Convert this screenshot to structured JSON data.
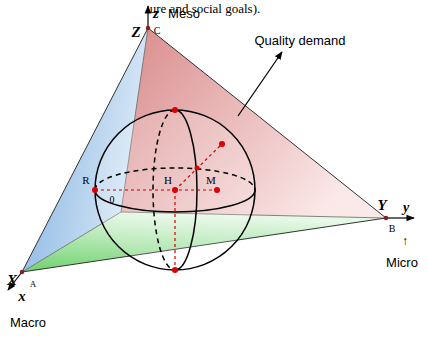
{
  "diagram": {
    "labels": [
      "ure and social goals).",
      "z",
      "Z",
      "C",
      "Meso",
      "Quality demand",
      "R",
      "H",
      "M",
      "0",
      "Y",
      "y",
      "B",
      "↑",
      "Micro",
      "X",
      "x",
      "A",
      "Macro"
    ]
  }
}
